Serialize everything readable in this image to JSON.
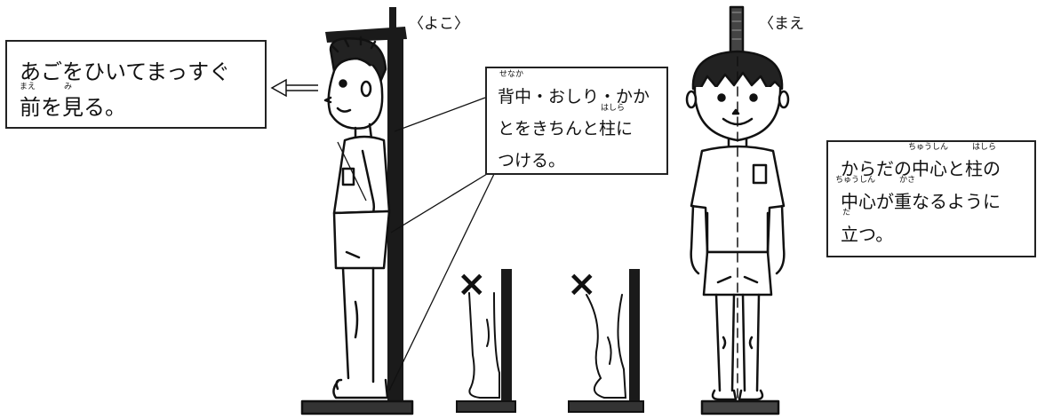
{
  "view_labels": {
    "side": "〈よこ〉",
    "front": "〈まえ"
  },
  "callout_left": {
    "lines": [
      "あごをひいてまっすぐ",
      "前を見る。"
    ],
    "ruby": [
      "まえ",
      "み"
    ]
  },
  "callout_middle": {
    "lines": [
      "背中・おしり・かか",
      "とをきちんと柱に",
      "つける。"
    ],
    "ruby": [
      "せなか",
      "はしら"
    ]
  },
  "callout_right": {
    "lines": [
      "からだの中心と柱の",
      "中心が重なるように",
      "立つ。"
    ],
    "ruby": [
      "ちゅうしん",
      "はしら",
      "ちゅうしん",
      "かさ",
      "た"
    ]
  },
  "wrong_marks": [
    "×",
    "×"
  ]
}
